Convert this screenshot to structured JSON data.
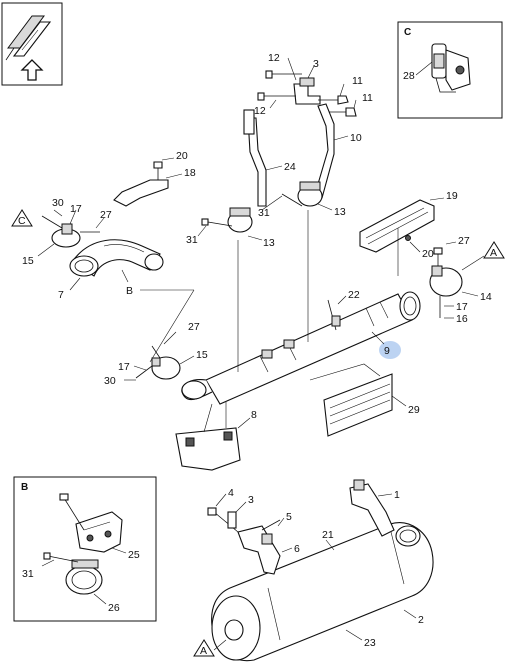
{
  "callouts": {
    "c1": "1",
    "c2": "2",
    "c3a": "3",
    "c3b": "3",
    "c4": "4",
    "c5": "5",
    "c6": "6",
    "c7": "7",
    "c8": "8",
    "c9": "9",
    "c10": "10",
    "c11a": "11",
    "c11b": "11",
    "c12a": "12",
    "c12b": "12",
    "c13a": "13",
    "c13b": "13",
    "c14": "14",
    "c15a": "15",
    "c15b": "15",
    "c16": "16",
    "c17a": "17",
    "c17b": "17",
    "c17c": "17",
    "c18": "18",
    "c19": "19",
    "c20a": "20",
    "c20b": "20",
    "c21": "21",
    "c22": "22",
    "c23": "23",
    "c24": "24",
    "c25": "25",
    "c26": "26",
    "c27a": "27",
    "c27b": "27",
    "c27c": "27",
    "c28": "28",
    "c29": "29",
    "c30a": "30",
    "c30b": "30",
    "c31a": "31",
    "c31b": "31",
    "c31c": "31",
    "cB": "B"
  },
  "refs": {
    "triA1": "A",
    "triA2": "A",
    "triC": "C"
  },
  "boxes": {
    "detailB": "B",
    "detailC": "C"
  },
  "highlight": {
    "color": "#bcd3f2"
  }
}
